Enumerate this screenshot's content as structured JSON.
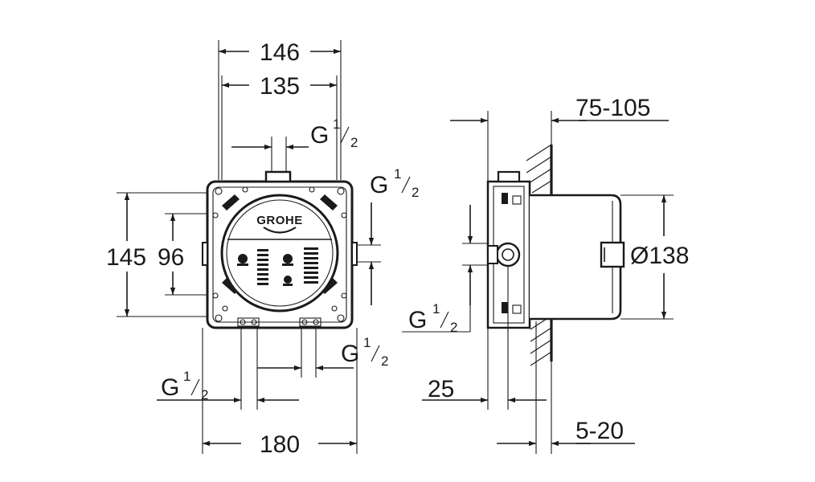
{
  "front_view": {
    "logo": "GROHE",
    "dimensions": {
      "width_outer": "146",
      "width_inner": "135",
      "height_outer": "145",
      "height_inner": "96",
      "width_total": "180"
    },
    "threads": {
      "top": {
        "base": "G",
        "num": "1",
        "den": "2"
      },
      "right": {
        "base": "G",
        "num": "1",
        "den": "2"
      },
      "bottom_right": {
        "base": "G",
        "num": "1",
        "den": "2"
      },
      "bottom_left": {
        "base": "G",
        "num": "1",
        "den": "2"
      }
    }
  },
  "side_view": {
    "dimensions": {
      "install_depth": "75-105",
      "diameter": "Ø138",
      "offset": "25",
      "wall_thickness": "5-20"
    },
    "thread": {
      "base": "G",
      "num": "1",
      "den": "2"
    }
  },
  "colors": {
    "line": "#1a1a1a",
    "background": "#ffffff"
  }
}
